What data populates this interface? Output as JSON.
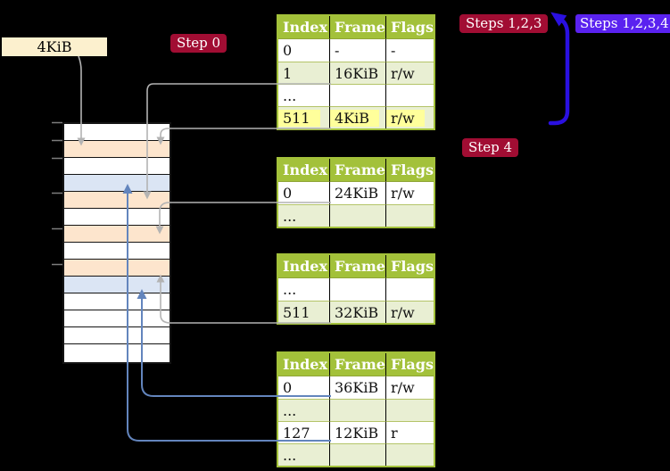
{
  "colors": {
    "background": "#000000",
    "table_header_green": "#a3c13a",
    "table_row_green": "#e9efd3",
    "highlight_yellow": "#ffff9b",
    "badge_red": "#a10d33",
    "badge_blue": "#5a22f0",
    "frame_free": "#ffffff",
    "frame_peach": "#fde5cd",
    "frame_blue": "#dbe5f4",
    "arrow_gray": "#b3b3b3",
    "arrow_steel_blue": "#7593c9",
    "arrow_big_blue": "#2a10e0",
    "page_label_cream": "#fcf0ce"
  },
  "labels": {
    "page_size": "4KiB",
    "step0": "Step 0",
    "steps123": "Steps 1,2,3",
    "steps1234": "Steps 1,2,3,4",
    "step4": "Step 4"
  },
  "memory_column": {
    "row_colors": [
      "free",
      "peach",
      "free",
      "blue",
      "peach",
      "free",
      "peach",
      "free",
      "peach",
      "blue",
      "free",
      "free",
      "free",
      "free"
    ]
  },
  "tables": [
    {
      "name": "page-table-level-4",
      "headers": [
        "Index",
        "Frame",
        "Flags"
      ],
      "rows": [
        [
          "0",
          "-",
          "-"
        ],
        [
          "1",
          "16KiB",
          "r/w"
        ],
        [
          "...",
          "",
          ""
        ],
        [
          "511",
          "4KiB",
          "r/w"
        ]
      ],
      "highlight_row": 3
    },
    {
      "name": "page-table-level-3",
      "headers": [
        "Index",
        "Frame",
        "Flags"
      ],
      "rows": [
        [
          "0",
          "24KiB",
          "r/w"
        ],
        [
          "...",
          "",
          ""
        ]
      ],
      "highlight_row": -1
    },
    {
      "name": "page-table-level-2",
      "headers": [
        "Index",
        "Frame",
        "Flags"
      ],
      "rows": [
        [
          "...",
          "",
          ""
        ],
        [
          "511",
          "32KiB",
          "r/w"
        ]
      ],
      "highlight_row": -1
    },
    {
      "name": "page-table-level-1",
      "headers": [
        "Index",
        "Frame",
        "Flags"
      ],
      "rows": [
        [
          "0",
          "36KiB",
          "r/w"
        ],
        [
          "...",
          "",
          ""
        ],
        [
          "127",
          "12KiB",
          "r"
        ],
        [
          "...",
          "",
          ""
        ]
      ],
      "highlight_row": -1
    }
  ],
  "arrows": [
    {
      "type": "gray",
      "from": "page-size-label",
      "to": "memory-row-2"
    },
    {
      "type": "gray",
      "from": "table-level-4-row-1",
      "to": "memory-row-5"
    },
    {
      "type": "gray",
      "from": "table-level-4-row-511",
      "to": "memory-row-2"
    },
    {
      "type": "gray",
      "from": "table-level-3-row-0",
      "to": "memory-row-7"
    },
    {
      "type": "gray",
      "from": "table-level-2-row-511",
      "to": "memory-row-9"
    },
    {
      "type": "blue",
      "from": "table-level-1-row-0",
      "to": "memory-row-10"
    },
    {
      "type": "blue",
      "from": "table-level-1-row-127",
      "to": "memory-row-4"
    },
    {
      "type": "big-blue",
      "from": "step-4-level",
      "to": "steps-1-2-3-tables"
    }
  ]
}
